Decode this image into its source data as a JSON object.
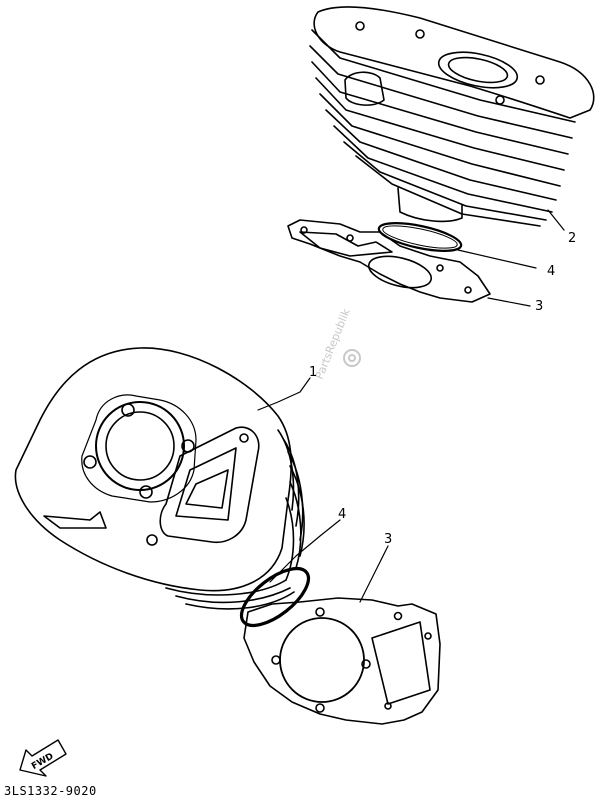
{
  "callouts": {
    "part_1": "1",
    "part_2": "2",
    "part_3_top": "3",
    "part_4_top": "4",
    "part_3_bottom": "3",
    "part_4_bottom": "4"
  },
  "fwd_label": "FWD",
  "drawing_code": "3LS1332-9020",
  "watermark": "PartsRepublik",
  "colors": {
    "line": "#000000",
    "background": "#ffffff",
    "watermark": "#c8c8c8"
  }
}
